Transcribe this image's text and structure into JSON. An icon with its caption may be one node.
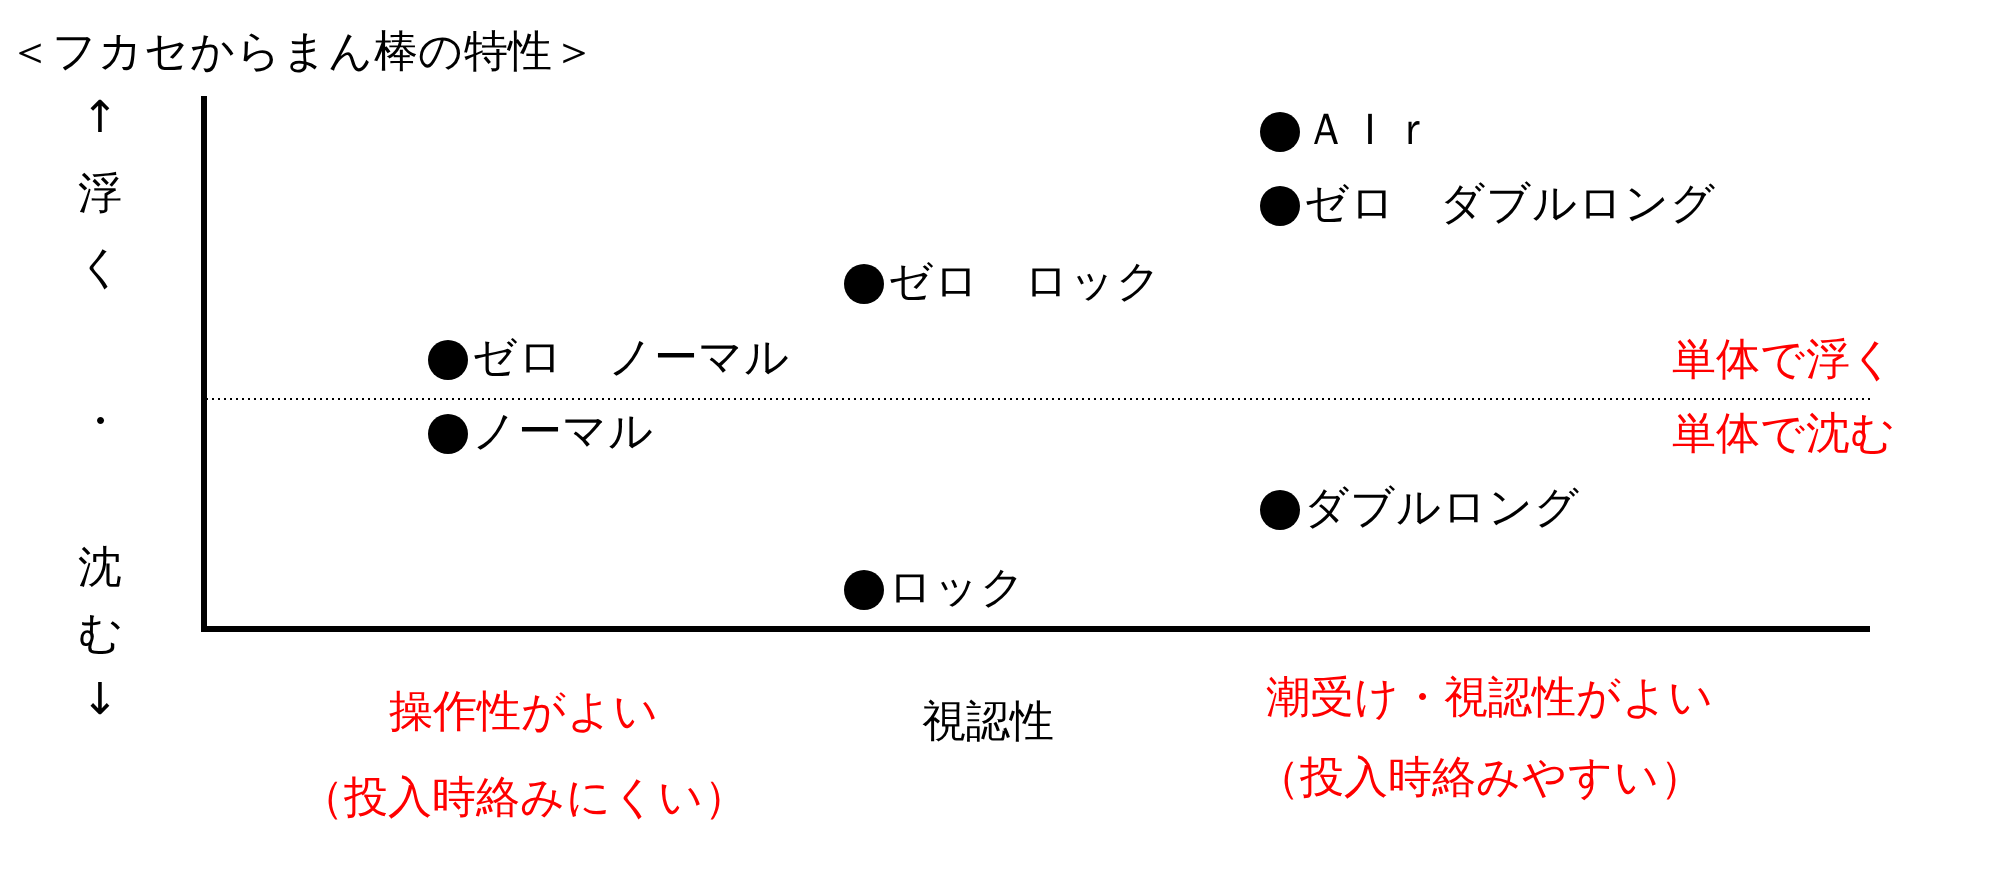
{
  "diagram": {
    "title": "＜フカセからまん棒の特性＞",
    "labels": [
      "↑浮く",
      "・",
      "沈む↓",
      "ＡＩｒ",
      "ゼロ　ダブルロング",
      "ゼロ　ロック",
      "ゼロ　ノーマル",
      "ノーマル",
      "ダブルロング",
      "ロック",
      "単体で浮く",
      "単体で沈む",
      "操作性がよい",
      "視認性",
      "潮受け・視認性がよい",
      "（投入時絡みにくい）",
      "（投入時絡みやすい）"
    ]
  }
}
